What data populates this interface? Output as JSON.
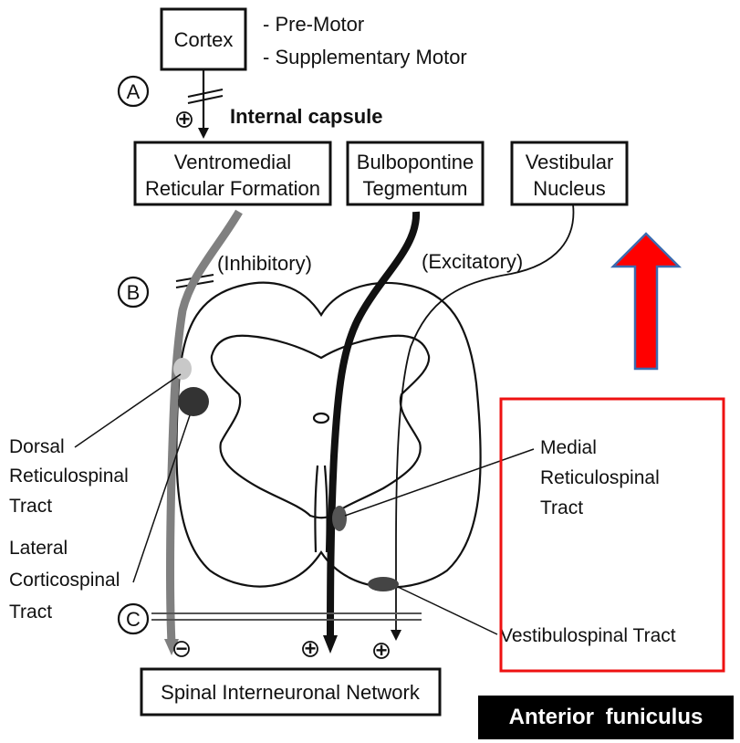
{
  "top_box": {
    "label": "Cortex"
  },
  "cortex_areas": [
    "- Pre-Motor",
    "- Supplementary Motor"
  ],
  "pathway": {
    "label": "Internal capsule"
  },
  "level_markers": [
    "A",
    "B",
    "C"
  ],
  "origin_boxes": [
    {
      "lines": [
        "Ventromedial",
        "Reticular Formation"
      ]
    },
    {
      "lines": [
        "Bulbopontine",
        "Tegmentum"
      ]
    },
    {
      "lines": [
        "Vestibular",
        "Nucleus"
      ]
    }
  ],
  "effects": {
    "inhibitory": "(Inhibitory)",
    "excitatory": "(Excitatory)"
  },
  "tract_labels": {
    "dorsal": [
      "Dorsal",
      "Reticulospinal",
      "Tract"
    ],
    "lateral": [
      "Lateral",
      "Corticospinal",
      "Tract"
    ],
    "medial": [
      "Medial",
      "Reticulospinal",
      "Tract"
    ],
    "vestibulospinal": "Vestibulospinal Tract"
  },
  "signs": {
    "plus": "+",
    "minus": "−"
  },
  "target_box": {
    "label": "Spinal Interneuronal Network"
  },
  "badge": {
    "label": "Anterior  funiculus"
  },
  "colors": {
    "highlight_frame": "#ee1111",
    "arrow_fill": "#ff0000",
    "arrow_edge": "#3b6bb0",
    "inhibitory_tract": "#808080"
  }
}
